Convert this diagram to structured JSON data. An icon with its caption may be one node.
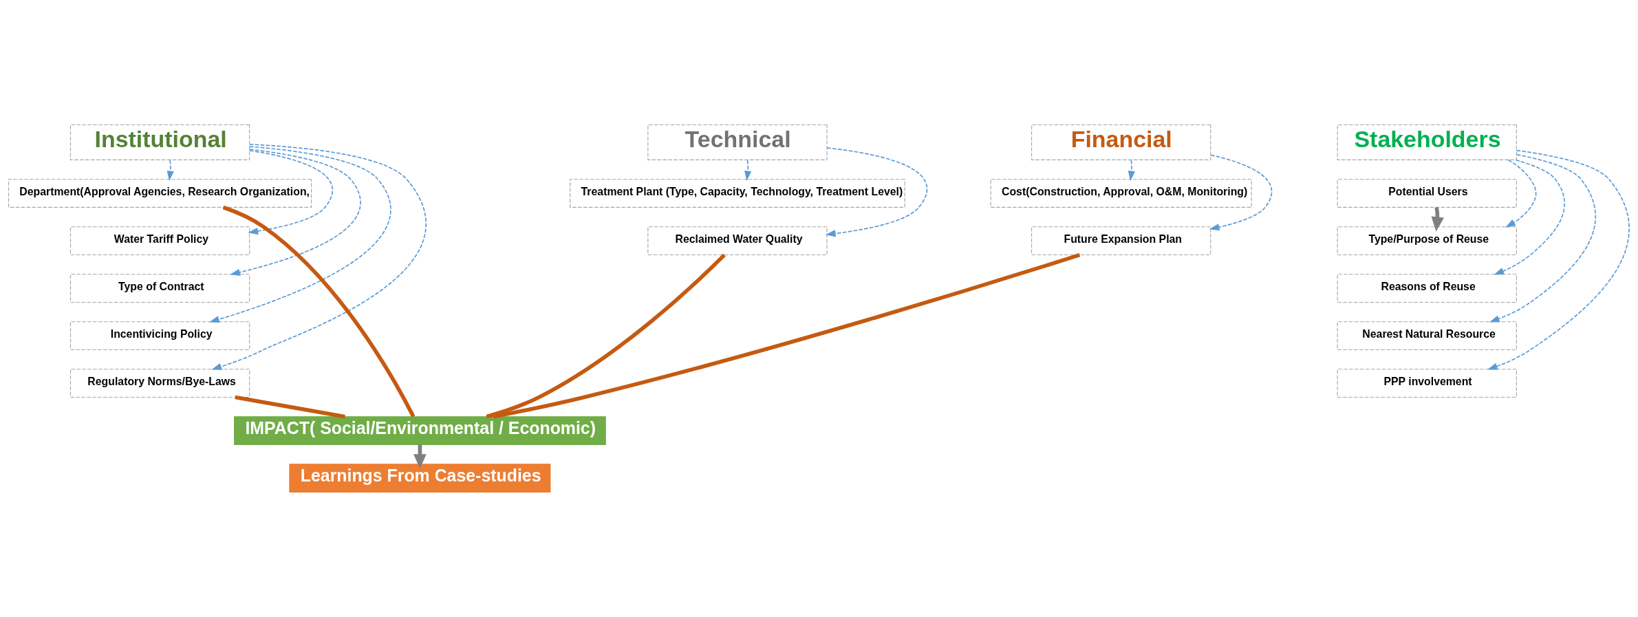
{
  "diagram": {
    "nodes": [
      {
        "text": [
          "Institutional"
        ]
      },
      {
        "text": [
          "Technical"
        ]
      },
      {
        "text": [
          "Financial"
        ]
      },
      {
        "text": [
          "Stakeholders"
        ]
      },
      {
        "text": [
          "Department(Approval Agencies, Research Organization,"
        ]
      },
      {
        "text": [
          "Water Tariff Policy"
        ]
      },
      {
        "text": [
          "Type of Contract"
        ]
      },
      {
        "text": [
          "Incentivicing Policy"
        ]
      },
      {
        "text": [
          "Regulatory Norms/Bye-Laws"
        ]
      },
      {
        "text": [
          "Treatment Plant (Type, Capacity, Technology, Treatment Level)"
        ]
      },
      {
        "text": [
          "Reclaimed Water Quality"
        ]
      },
      {
        "text": [
          "Cost(Construction, Approval, O&M, Monitoring)"
        ]
      },
      {
        "text": [
          "Future Expansion Plan"
        ]
      },
      {
        "text": [
          "Potential Users"
        ]
      },
      {
        "text": [
          "Type/Purpose of Reuse"
        ]
      },
      {
        "text": [
          "Reasons of Reuse"
        ]
      },
      {
        "text": [
          "Nearest Natural Resource"
        ]
      },
      {
        "text": [
          "PPP involvement"
        ]
      },
      {
        "text": [
          "IMPACT( Social/Environmental / Economic)"
        ]
      },
      {
        "text": [
          "Learnings From Case-studies"
        ]
      }
    ],
    "edges": [
      {
        "from": 0,
        "to": 4,
        "arrow": "to",
        "style": "dashed"
      },
      {
        "from": 0,
        "to": 5,
        "arrow": "to",
        "style": "dashed"
      },
      {
        "from": 0,
        "to": 6,
        "arrow": "to",
        "style": "dashed"
      },
      {
        "from": 0,
        "to": 7,
        "arrow": "to",
        "style": "dashed"
      },
      {
        "from": 0,
        "to": 8,
        "arrow": "to",
        "style": "dashed"
      },
      {
        "from": 1,
        "to": 9,
        "arrow": "to",
        "style": "dashed"
      },
      {
        "from": 1,
        "to": 10,
        "arrow": "to",
        "style": "dashed"
      },
      {
        "from": 2,
        "to": 11,
        "arrow": "to",
        "style": "dashed"
      },
      {
        "from": 2,
        "to": 12,
        "arrow": "to",
        "style": "dashed"
      },
      {
        "from": 3,
        "to": 14,
        "arrow": "to",
        "style": "dashed"
      },
      {
        "from": 3,
        "to": 15,
        "arrow": "to",
        "style": "dashed"
      },
      {
        "from": 3,
        "to": 16,
        "arrow": "to",
        "style": "dashed"
      },
      {
        "from": 3,
        "to": 17,
        "arrow": "to",
        "style": "dashed"
      },
      {
        "from": 13,
        "to": 14,
        "arrow": "to",
        "style": "thick",
        "color": "#7f7f7f"
      },
      {
        "from": 4,
        "to": 18,
        "arrow": "none",
        "style": "thick",
        "color": "#c55a11"
      },
      {
        "from": 8,
        "to": 18,
        "arrow": "none",
        "style": "thick",
        "color": "#c55a11"
      },
      {
        "from": 10,
        "to": 18,
        "arrow": "none",
        "style": "thick",
        "color": "#c55a11"
      },
      {
        "from": 12,
        "to": 18,
        "arrow": "none",
        "style": "thick",
        "color": "#c55a11"
      },
      {
        "from": 18,
        "to": 19,
        "arrow": "to",
        "style": "thick",
        "color": "#7f7f7f"
      }
    ]
  }
}
